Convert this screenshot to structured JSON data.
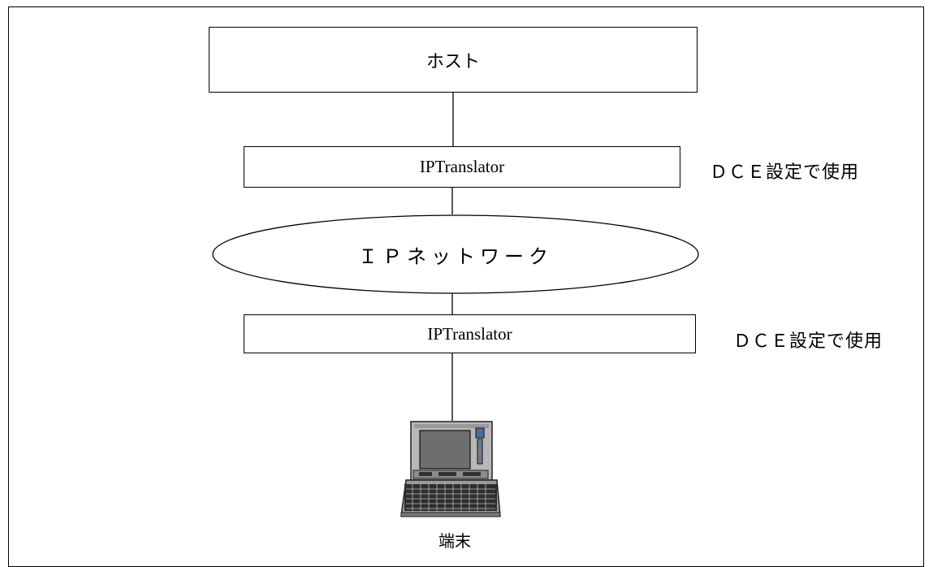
{
  "nodes": {
    "host": "ホスト",
    "translator_top": "IPTranslator",
    "network": "ＩＰネットワーク",
    "translator_bottom": "IPTranslator",
    "terminal": "端末"
  },
  "notes": {
    "top": "ＤＣＥ設定で使用",
    "bottom": "ＤＣＥ設定で使用"
  },
  "icons": {
    "terminal": "laptop-icon"
  }
}
